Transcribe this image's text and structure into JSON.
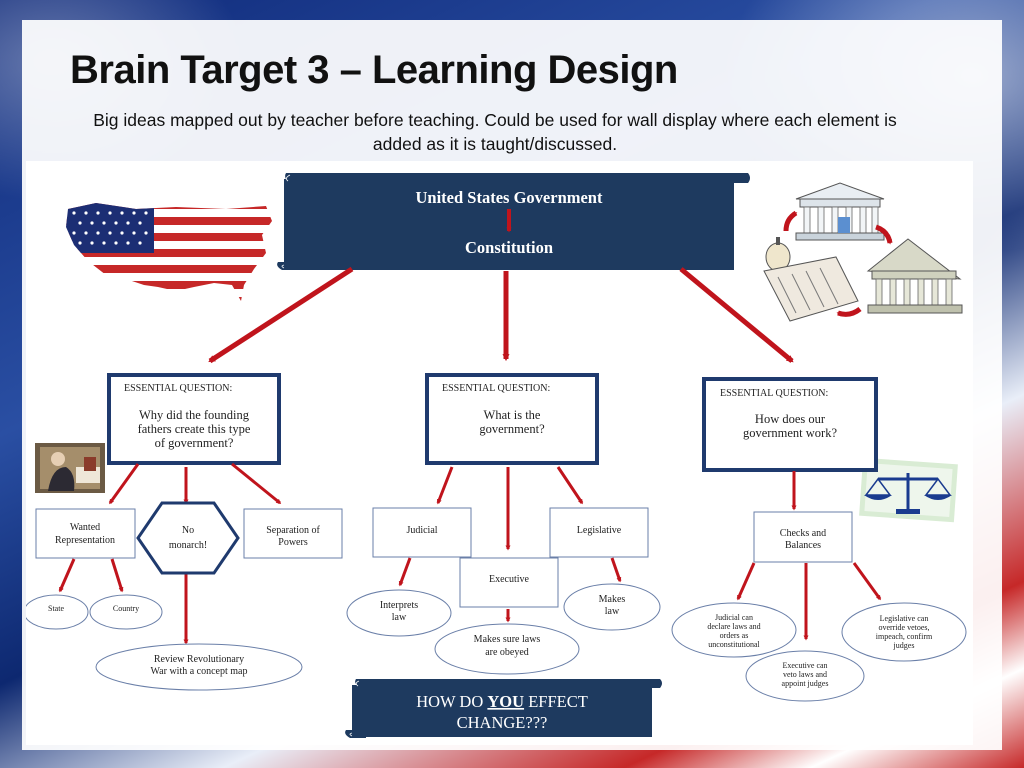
{
  "slide": {
    "title": "Brain Target 3 – Learning Design",
    "subtitle": "Big ideas mapped out by teacher before teaching. Could be used for wall display where each element is added as it is taught/discussed."
  },
  "diagram": {
    "header": {
      "line1": "United States Government",
      "line2": "Constitution"
    },
    "questions": [
      {
        "label": "ESSENTIAL QUESTION:",
        "lines": [
          "Why did the founding",
          "fathers create this type",
          "of government?"
        ]
      },
      {
        "label": "ESSENTIAL QUESTION:",
        "lines": [
          "What is the",
          "government?"
        ]
      },
      {
        "label": "ESSENTIAL QUESTION:",
        "lines": [
          "How does our",
          "government work?"
        ]
      }
    ],
    "nodes": {
      "wanted_representation": [
        "Wanted",
        "Representation"
      ],
      "no_monarch": [
        "No",
        "monarch!"
      ],
      "separation_of_powers": [
        "Separation of",
        "Powers"
      ],
      "state": "State",
      "country": "Country",
      "review_revolutionary_war": [
        "Review Revolutionary",
        "War with a concept map"
      ],
      "judicial": "Judicial",
      "executive": "Executive",
      "legislative": "Legislative",
      "interprets_law": [
        "Interprets",
        "law"
      ],
      "makes_sure_laws": [
        "Makes sure laws",
        "are obeyed"
      ],
      "makes_law": [
        "Makes",
        "law"
      ],
      "checks_and_balances": [
        "Checks and",
        "Balances"
      ],
      "judicial_can": [
        "Judicial can",
        "declare laws and",
        "orders as",
        "unconstitutional"
      ],
      "executive_can": [
        "Executive can",
        "veto laws and",
        "appoint judges"
      ],
      "legislative_can": [
        "Legislative can",
        "override vetoes,",
        "impeach, confirm",
        "judges"
      ]
    },
    "call_to_action": {
      "before": "HOW DO ",
      "emphasis": "YOU",
      "after": " EFFECT",
      "line2": "CHANGE???"
    },
    "colors": {
      "banner_navy": "#1e3a5f",
      "arrow_red": "#c0141c",
      "box_border": "#1f3a6e",
      "shape_border": "#6a7fa8"
    }
  }
}
